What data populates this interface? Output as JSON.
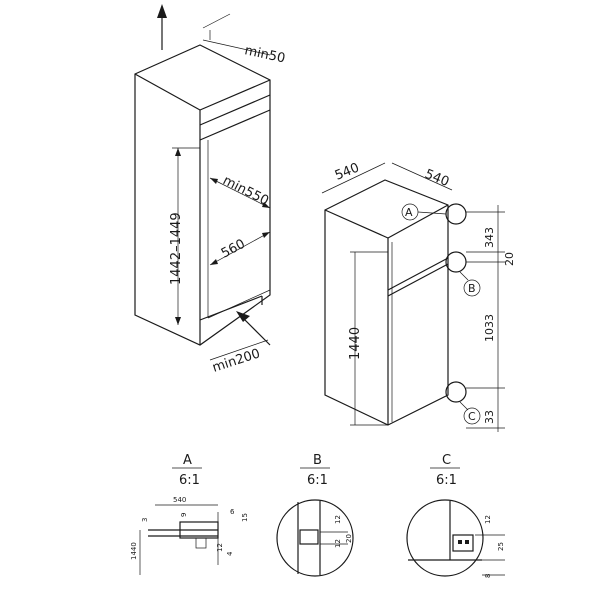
{
  "cabinet": {
    "dim_height": "1442–1449",
    "dim_depth_inner": "min550",
    "dim_width_inner": "560",
    "dim_top_vent": "min50",
    "dim_bottom_vent": "min200"
  },
  "fridge": {
    "dim_width": "540",
    "dim_depth": "540",
    "dim_height": "1440",
    "dim_343": "343",
    "dim_20": "20",
    "dim_1033": "1033",
    "dim_33": "33",
    "callout_a": "A",
    "callout_b": "B",
    "callout_c": "C"
  },
  "details": {
    "a_title": "A",
    "a_scale": "6:1",
    "a_540": "540",
    "a_3": "3",
    "a_9": "9",
    "a_6": "6",
    "a_15": "15",
    "a_12": "12",
    "a_4": "4",
    "a_1440": "1440",
    "b_title": "B",
    "b_scale": "6:1",
    "b_12a": "12",
    "b_12b": "12",
    "b_20": "20",
    "c_title": "C",
    "c_scale": "6:1",
    "c_12": "12",
    "c_25": "25",
    "c_8": "8"
  }
}
